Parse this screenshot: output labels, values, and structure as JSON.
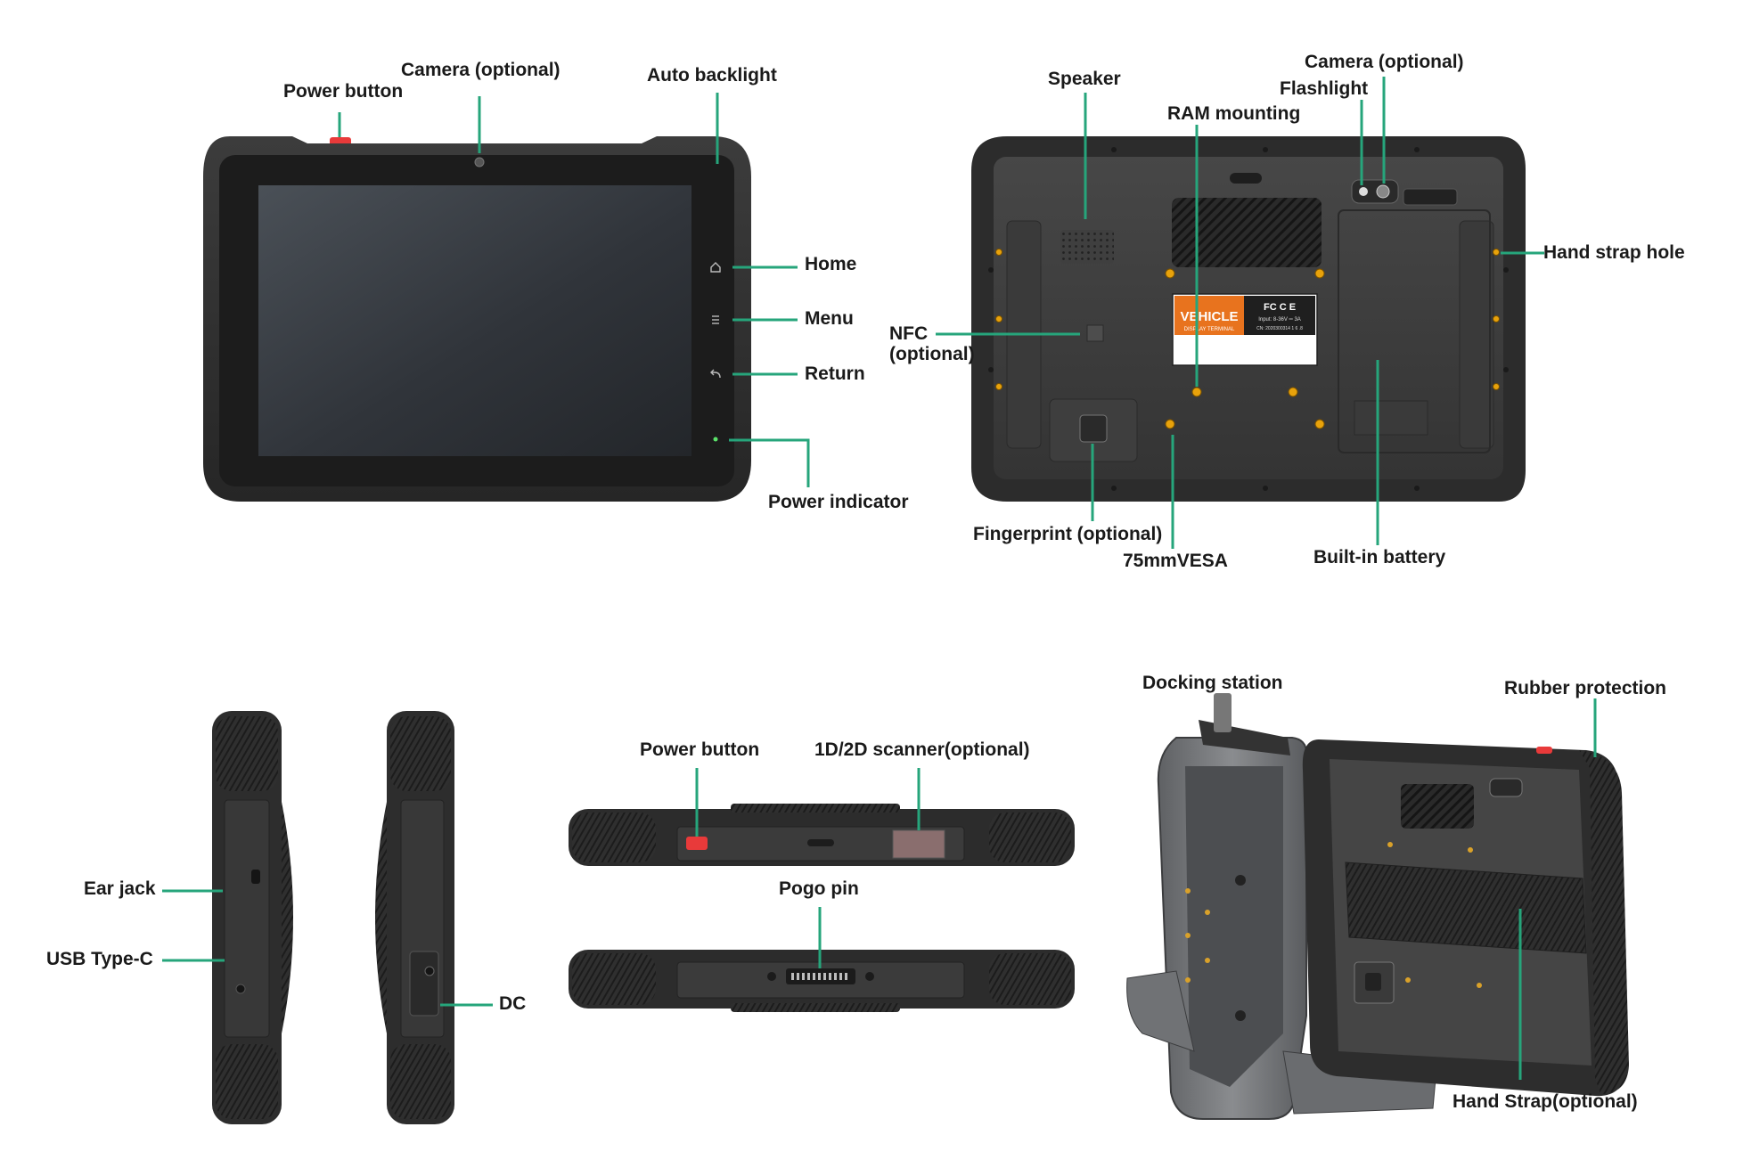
{
  "colors": {
    "leader": "#26a57b",
    "body_dark": "#2b2b2b",
    "body_mid": "#3a3a3a",
    "body_light": "#4a4a4a",
    "screen": "#2e3236",
    "accent_orange": "#e8731e",
    "accent_red": "#e83a3a",
    "screw_yellow": "#e8a20b",
    "dock_gray": "#7f8184"
  },
  "front_view": {
    "labels": {
      "power_button": "Power button",
      "camera": "Camera (optional)",
      "auto_backlight": "Auto backlight",
      "home": "Home",
      "menu": "Menu",
      "return": "Return",
      "power_indicator": "Power indicator"
    },
    "icons": [
      "home-icon",
      "menu-icon",
      "return-icon"
    ]
  },
  "back_view": {
    "labels": {
      "speaker": "Speaker",
      "camera": "Camera (optional)",
      "flashlight": "Flashlight",
      "ram_mounting": "RAM mounting",
      "hand_strap_hole": "Hand strap hole",
      "nfc": "NFC",
      "nfc_sub": "(optional)",
      "fingerprint": "Fingerprint (optional)",
      "vesa": "75mmVESA",
      "battery": "Built-in battery"
    },
    "sticker": {
      "brand": "VEHICLE",
      "sub": "DISPLAY TERMINAL",
      "marks": "FC C E",
      "spec": "Input: 8-36V ═ 3A",
      "cn": "CN: 2020300314 1 6 .8"
    }
  },
  "side_views": {
    "labels": {
      "ear_jack": "Ear jack",
      "usb_type_c": "USB Type-C",
      "dc": "DC"
    }
  },
  "edge_views": {
    "labels": {
      "power_button": "Power button",
      "scanner": "1D/2D scanner(optional)",
      "pogo_pin": "Pogo pin"
    }
  },
  "dock_view": {
    "labels": {
      "docking_station": "Docking station",
      "rubber_protection": "Rubber protection",
      "hand_strap": "Hand Strap(optional)"
    }
  }
}
